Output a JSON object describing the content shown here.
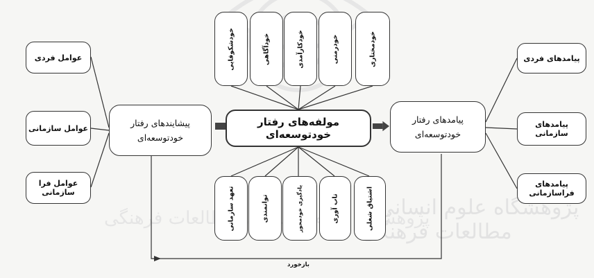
{
  "left_factors": [
    "عوامل فردی",
    "عوامل سازمانی",
    "عوامل فرا سازمانی"
  ],
  "antecedents": "پیشایندهای رفتار خودتوسعه‌ای",
  "core": "مولفه‌های رفتار خودتوسعه‌ای",
  "consequences": "پیامدهای رفتار خودتوسعه‌ای",
  "right_outcomes": [
    "پیامدهای فردی",
    "پیامدهای سازمانی",
    "پیامدهای فراسازمانی"
  ],
  "top_components": [
    "خودشکوفایی",
    "خودآگاهی",
    "خودکارآمدی",
    "خودرمنی",
    "خودمختاری"
  ],
  "bottom_components": [
    "تعهد سازمانی",
    "توانمندی",
    "یادگیری خودمحور",
    "تاب آوری",
    "اشتیاق شغلی"
  ],
  "feedback": "بازخورد",
  "watermark": "پژوهشگاه علوم انسانی و مطالعات فرهنگی",
  "colors": {
    "stroke": "#333333",
    "box_fill": "#ffffff",
    "background": "#f6f6f4",
    "watermark": "#e2e2e2"
  }
}
